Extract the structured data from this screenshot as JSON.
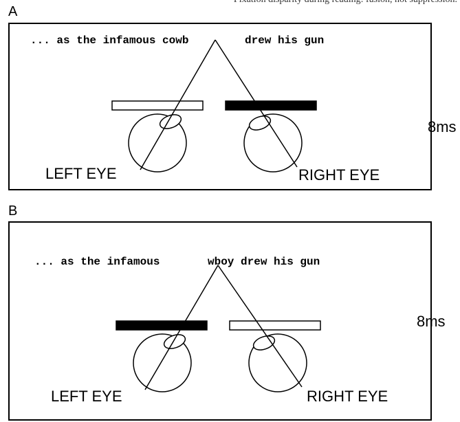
{
  "header": {
    "caption": "Fixation disparity during reading: fusion, not suppression."
  },
  "panels": [
    {
      "label": "A",
      "sentence_left": "... as the infamous cowb",
      "sentence_right": "drew his gun",
      "left_eye_label": "LEFT EYE",
      "right_eye_label": "RIGHT EYE",
      "timing": "8ms",
      "left_occluder": "white",
      "right_occluder": "black"
    },
    {
      "label": "B",
      "sentence_left": "... as the infamous",
      "sentence_right": "wboy drew his gun",
      "left_eye_label": "LEFT EYE",
      "right_eye_label": "RIGHT EYE",
      "timing": "8ms",
      "left_occluder": "black",
      "right_occluder": "white"
    }
  ],
  "colors": {
    "line": "#000000",
    "filled_occluder": "#000000",
    "open_occluder": "#ffffff"
  }
}
